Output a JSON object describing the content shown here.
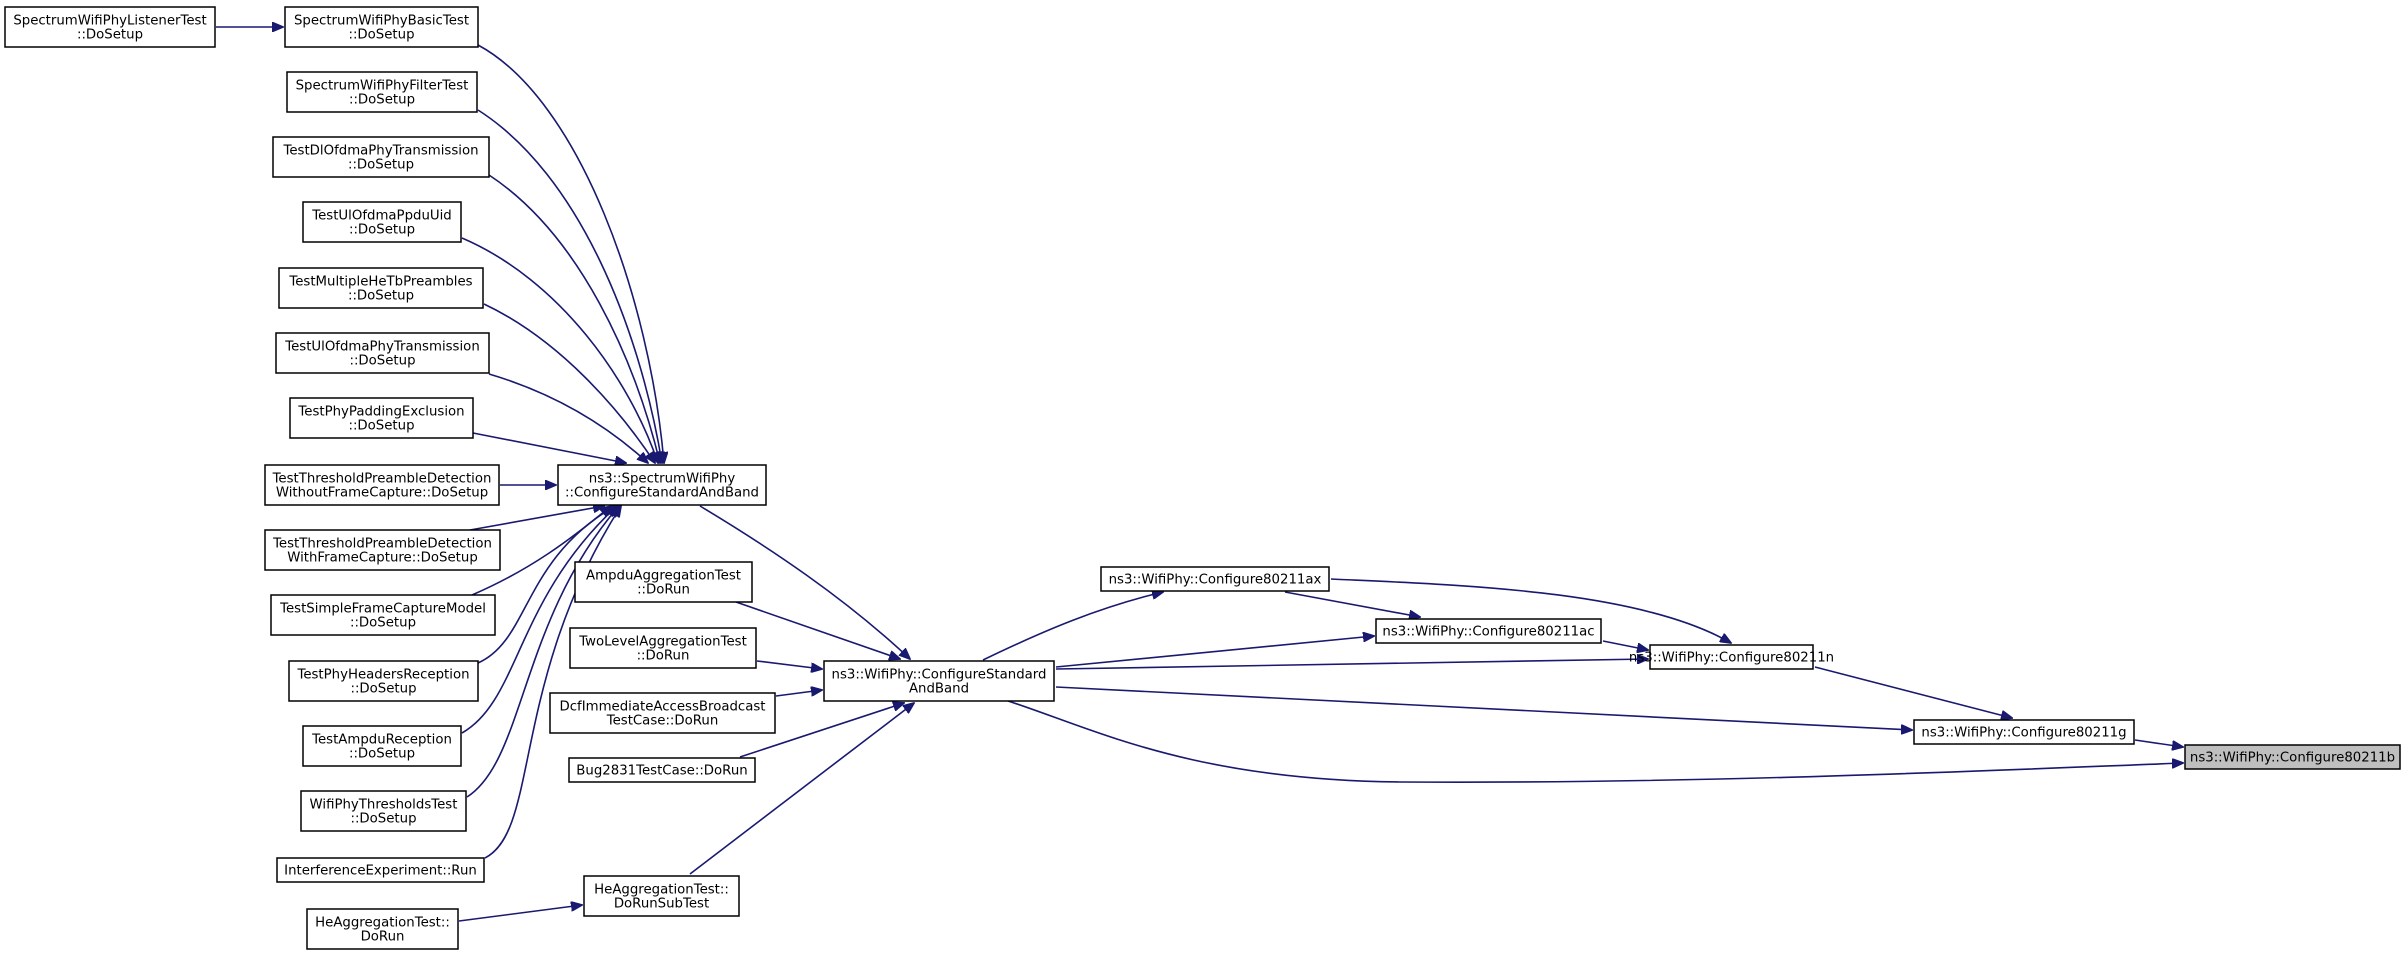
{
  "diagram": {
    "type": "call-graph",
    "colors": {
      "edge": "#191970",
      "root_fill": "#bfbfbf",
      "node_fill": "#ffffff",
      "border": "#000000"
    },
    "root": "configure80211b",
    "nodes": [
      {
        "id": "configure80211b",
        "lines": [
          "ns3::WifiPhy::Configure80211b"
        ]
      },
      {
        "id": "configure80211g",
        "lines": [
          "ns3::WifiPhy::Configure80211g"
        ]
      },
      {
        "id": "configure80211n",
        "lines": [
          "ns3::WifiPhy::Configure80211n"
        ]
      },
      {
        "id": "configure80211ac",
        "lines": [
          "ns3::WifiPhy::Configure80211ac"
        ]
      },
      {
        "id": "configure80211ax",
        "lines": [
          "ns3::WifiPhy::Configure80211ax"
        ]
      },
      {
        "id": "wifiphy-configure-standard-and-band",
        "lines": [
          "ns3::WifiPhy::ConfigureStandard",
          "AndBand"
        ]
      },
      {
        "id": "spectrum-configure-standard-and-band",
        "lines": [
          "ns3::SpectrumWifiPhy",
          "::ConfigureStandardAndBand"
        ]
      },
      {
        "id": "ampdu-aggregation-test",
        "lines": [
          "AmpduAggregationTest",
          "::DoRun"
        ]
      },
      {
        "id": "two-level-aggregation-test",
        "lines": [
          "TwoLevelAggregationTest",
          "::DoRun"
        ]
      },
      {
        "id": "dcf-immediate-access",
        "lines": [
          "DcfImmediateAccessBroadcast",
          "TestCase::DoRun"
        ]
      },
      {
        "id": "bug2831",
        "lines": [
          "Bug2831TestCase::DoRun"
        ]
      },
      {
        "id": "he-aggregation-subtest",
        "lines": [
          "HeAggregationTest::",
          "DoRunSubTest"
        ]
      },
      {
        "id": "he-aggregation-dorun",
        "lines": [
          "HeAggregationTest::",
          "DoRun"
        ]
      },
      {
        "id": "spectrum-basic-test",
        "lines": [
          "SpectrumWifiPhyBasicTest",
          "::DoSetup"
        ]
      },
      {
        "id": "spectrum-listener-test",
        "lines": [
          "SpectrumWifiPhyListenerTest",
          "::DoSetup"
        ]
      },
      {
        "id": "spectrum-filter-test",
        "lines": [
          "SpectrumWifiPhyFilterTest",
          "::DoSetup"
        ]
      },
      {
        "id": "dl-ofdma-phy-transmission",
        "lines": [
          "TestDlOfdmaPhyTransmission",
          "::DoSetup"
        ]
      },
      {
        "id": "ul-ofdma-ppdu-uid",
        "lines": [
          "TestUlOfdmaPpduUid",
          "::DoSetup"
        ]
      },
      {
        "id": "multiple-he-tb-preambles",
        "lines": [
          "TestMultipleHeTbPreambles",
          "::DoSetup"
        ]
      },
      {
        "id": "ul-ofdma-phy-transmission",
        "lines": [
          "TestUlOfdmaPhyTransmission",
          "::DoSetup"
        ]
      },
      {
        "id": "phy-padding-exclusion",
        "lines": [
          "TestPhyPaddingExclusion",
          "::DoSetup"
        ]
      },
      {
        "id": "threshold-without-frame-capture",
        "lines": [
          "TestThresholdPreambleDetection",
          "WithoutFrameCapture::DoSetup"
        ]
      },
      {
        "id": "threshold-with-frame-capture",
        "lines": [
          "TestThresholdPreambleDetection",
          "WithFrameCapture::DoSetup"
        ]
      },
      {
        "id": "simple-frame-capture-model",
        "lines": [
          "TestSimpleFrameCaptureModel",
          "::DoSetup"
        ]
      },
      {
        "id": "phy-headers-reception",
        "lines": [
          "TestPhyHeadersReception",
          "::DoSetup"
        ]
      },
      {
        "id": "ampdu-reception",
        "lines": [
          "TestAmpduReception",
          "::DoSetup"
        ]
      },
      {
        "id": "wifiphy-thresholds-test",
        "lines": [
          "WifiPhyThresholdsTest",
          "::DoSetup"
        ]
      },
      {
        "id": "interference-experiment",
        "lines": [
          "InterferenceExperiment::Run"
        ]
      }
    ],
    "edges": [
      {
        "from": "configure80211g",
        "to": "configure80211b"
      },
      {
        "from": "wifiphy-configure-standard-and-band",
        "to": "configure80211b"
      },
      {
        "from": "configure80211n",
        "to": "configure80211g"
      },
      {
        "from": "wifiphy-configure-standard-and-band",
        "to": "configure80211g"
      },
      {
        "from": "configure80211ax",
        "to": "configure80211n"
      },
      {
        "from": "configure80211ac",
        "to": "configure80211n"
      },
      {
        "from": "wifiphy-configure-standard-and-band",
        "to": "configure80211n"
      },
      {
        "from": "configure80211ax",
        "to": "configure80211ac"
      },
      {
        "from": "wifiphy-configure-standard-and-band",
        "to": "configure80211ac"
      },
      {
        "from": "wifiphy-configure-standard-and-band",
        "to": "configure80211ax"
      },
      {
        "from": "spectrum-configure-standard-and-band",
        "to": "wifiphy-configure-standard-and-band"
      },
      {
        "from": "ampdu-aggregation-test",
        "to": "wifiphy-configure-standard-and-band"
      },
      {
        "from": "two-level-aggregation-test",
        "to": "wifiphy-configure-standard-and-band"
      },
      {
        "from": "dcf-immediate-access",
        "to": "wifiphy-configure-standard-and-band"
      },
      {
        "from": "bug2831",
        "to": "wifiphy-configure-standard-and-band"
      },
      {
        "from": "he-aggregation-subtest",
        "to": "wifiphy-configure-standard-and-band"
      },
      {
        "from": "he-aggregation-dorun",
        "to": "he-aggregation-subtest"
      },
      {
        "from": "spectrum-listener-test",
        "to": "spectrum-basic-test"
      },
      {
        "from": "spectrum-basic-test",
        "to": "spectrum-configure-standard-and-band"
      },
      {
        "from": "spectrum-filter-test",
        "to": "spectrum-configure-standard-and-band"
      },
      {
        "from": "dl-ofdma-phy-transmission",
        "to": "spectrum-configure-standard-and-band"
      },
      {
        "from": "ul-ofdma-ppdu-uid",
        "to": "spectrum-configure-standard-and-band"
      },
      {
        "from": "multiple-he-tb-preambles",
        "to": "spectrum-configure-standard-and-band"
      },
      {
        "from": "ul-ofdma-phy-transmission",
        "to": "spectrum-configure-standard-and-band"
      },
      {
        "from": "phy-padding-exclusion",
        "to": "spectrum-configure-standard-and-band"
      },
      {
        "from": "threshold-without-frame-capture",
        "to": "spectrum-configure-standard-and-band"
      },
      {
        "from": "threshold-with-frame-capture",
        "to": "spectrum-configure-standard-and-band"
      },
      {
        "from": "simple-frame-capture-model",
        "to": "spectrum-configure-standard-and-band"
      },
      {
        "from": "phy-headers-reception",
        "to": "spectrum-configure-standard-and-band"
      },
      {
        "from": "ampdu-reception",
        "to": "spectrum-configure-standard-and-band"
      },
      {
        "from": "wifiphy-thresholds-test",
        "to": "spectrum-configure-standard-and-band"
      },
      {
        "from": "interference-experiment",
        "to": "spectrum-configure-standard-and-band"
      }
    ]
  }
}
